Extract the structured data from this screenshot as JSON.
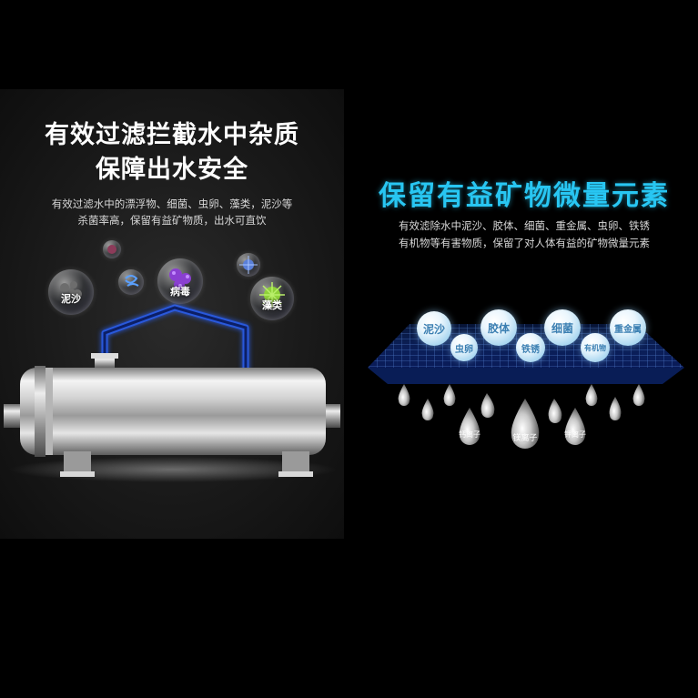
{
  "left": {
    "title_line1": "有效过滤拦截水中杂质",
    "title_line2": "保障出水安全",
    "desc_line1": "有效过滤水中的漂浮物、细菌、虫卵、藻类，泥沙等",
    "desc_line2": "杀菌率高，保留有益矿物质，出水可直饮",
    "bubbles": [
      {
        "label": "泥沙"
      },
      {
        "label": "病毒"
      },
      {
        "label": "藻类"
      }
    ]
  },
  "right": {
    "title": "保留有益矿物微量元素",
    "desc_line1": "有效滤除水中泥沙、胶体、细菌、重金属、虫卵、铁锈",
    "desc_line2": "有机物等有害物质，保留了对人体有益的矿物微量元素",
    "balls": [
      {
        "label": "泥沙"
      },
      {
        "label": "胶体"
      },
      {
        "label": "细菌"
      },
      {
        "label": "重金属"
      },
      {
        "label": "虫卵"
      },
      {
        "label": "铁锈"
      },
      {
        "label": "有机物"
      }
    ],
    "drops": [
      {
        "label": "钙离子"
      },
      {
        "label": "镁离子"
      },
      {
        "label": "钾离子"
      }
    ]
  },
  "colors": {
    "accent": "#28c6f2",
    "pipe_glow": "#1f4fd8"
  }
}
